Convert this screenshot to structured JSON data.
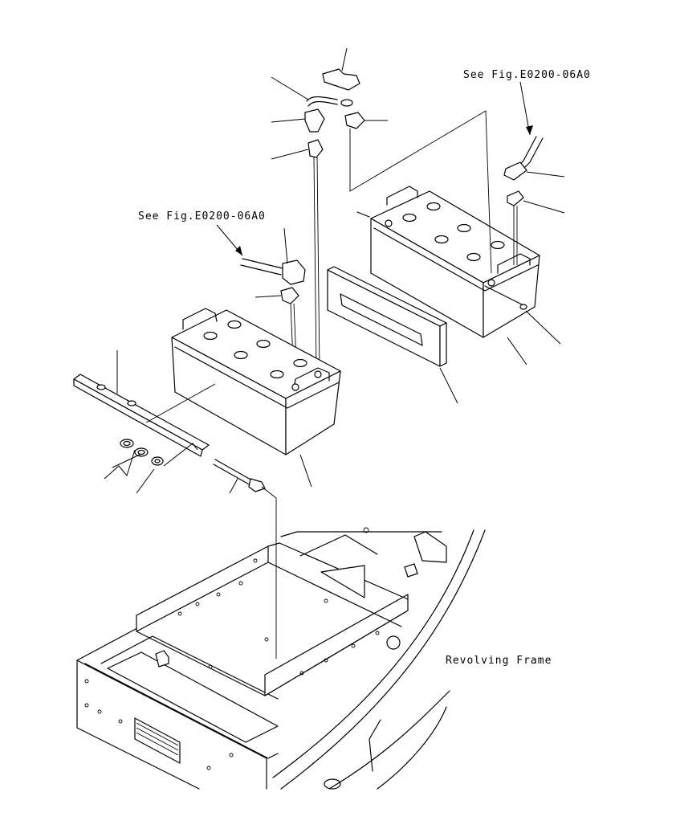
{
  "labels": {
    "ref_upper": "See Fig.E0200-06A0",
    "ref_left": "See Fig.E0200-06A0",
    "frame": "Revolving Frame"
  },
  "icons": [
    "battery",
    "battery-cable",
    "terminal-clamp",
    "bolt",
    "washer",
    "nut",
    "battery-tray",
    "revolving-frame"
  ]
}
